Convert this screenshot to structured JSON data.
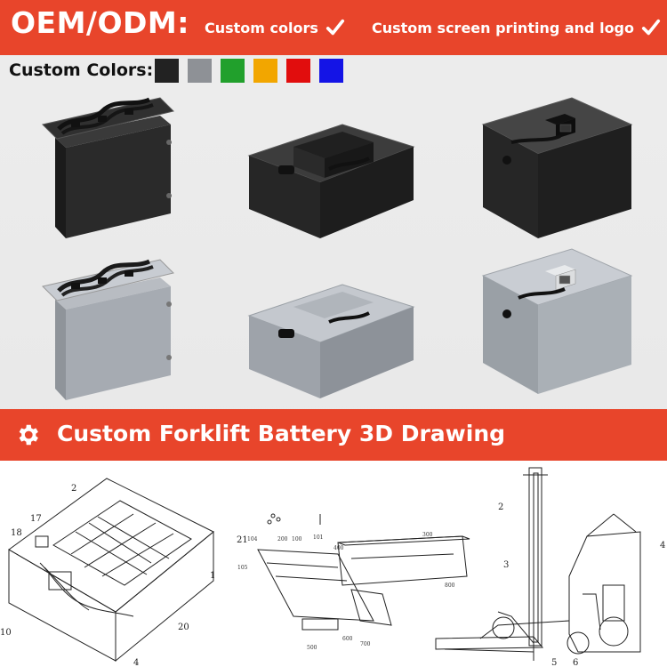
{
  "banner": {
    "title": "OEM/ODM:",
    "features": [
      "Custom colors",
      "Custom screen printing and logo"
    ]
  },
  "colors": {
    "label": "Custom Colors:",
    "swatches": [
      "#222222",
      "#8e9196",
      "#21a02c",
      "#f2a600",
      "#e10d0d",
      "#1414e6"
    ]
  },
  "section": {
    "title": "Custom Forklift Battery 3D Drawing"
  },
  "drawings": {
    "left_labels": [
      "2",
      "17",
      "18",
      "21",
      "1",
      "20",
      "10",
      "4"
    ],
    "middle_labels": [
      "104",
      "200",
      "100",
      "101",
      "105",
      "300",
      "400",
      "500",
      "600",
      "700",
      "800"
    ],
    "right_labels": [
      "2",
      "3",
      "4",
      "5",
      "6"
    ]
  },
  "theme": {
    "accent": "#e8452b"
  }
}
